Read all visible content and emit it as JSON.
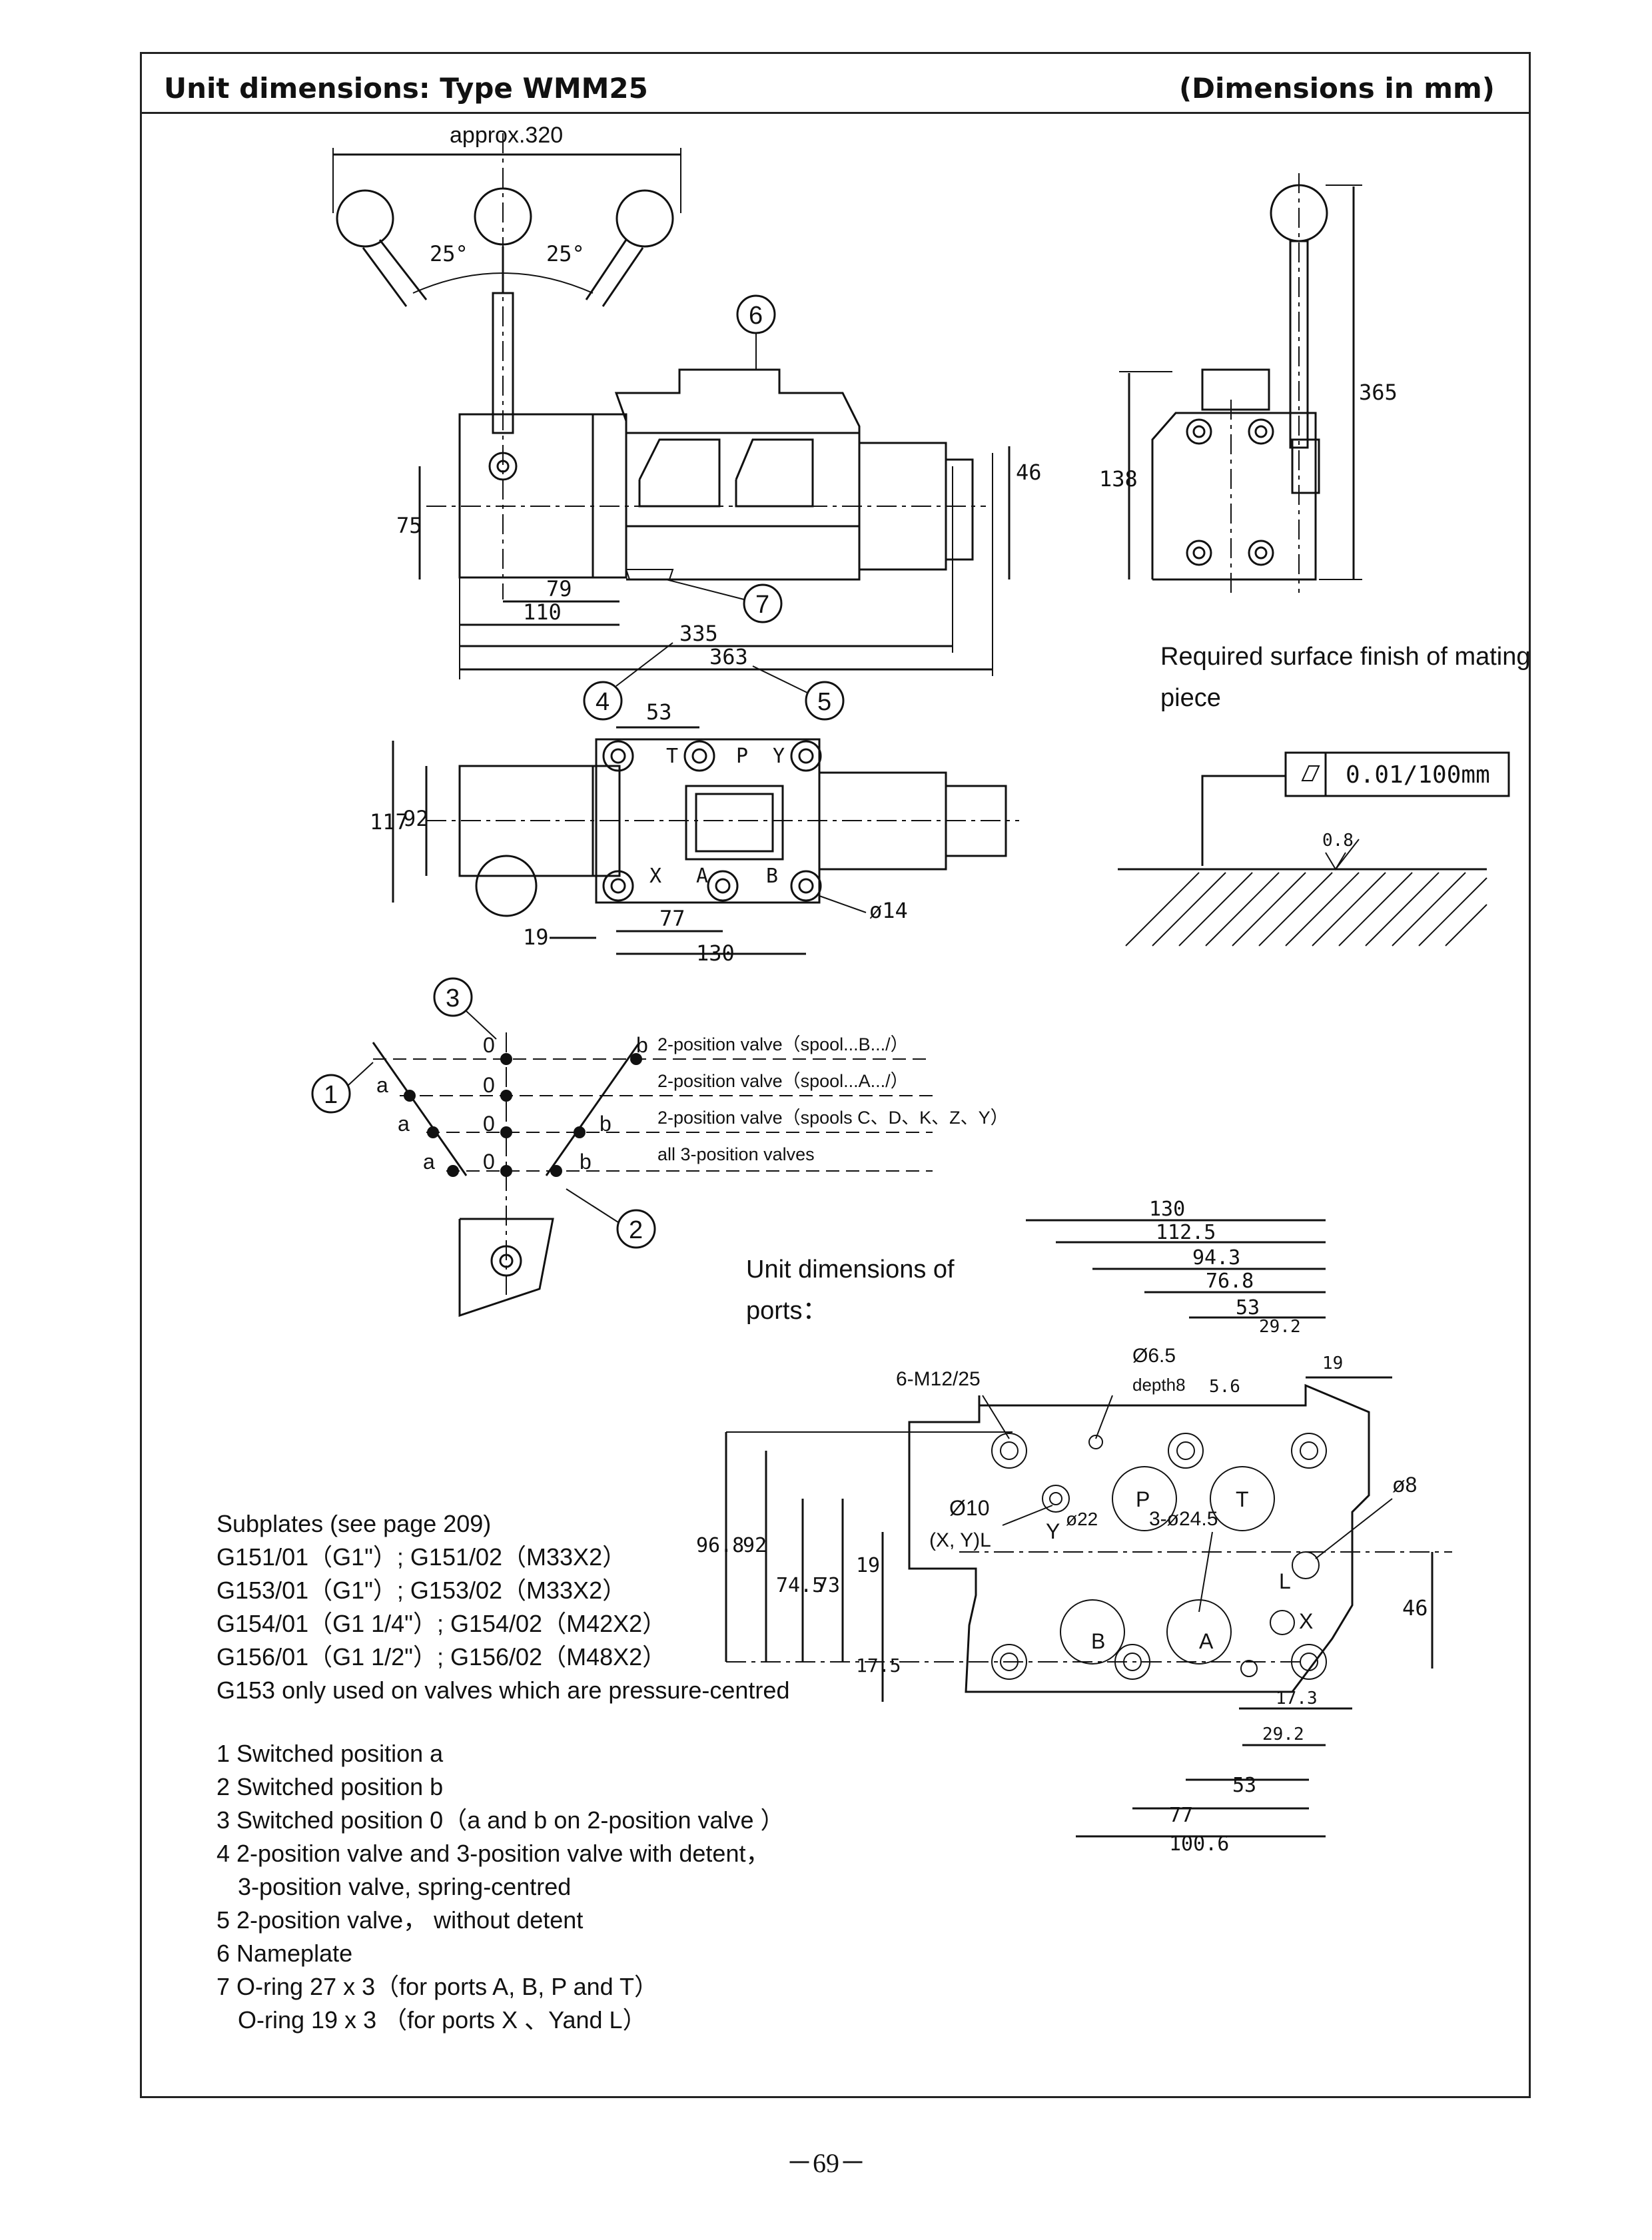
{
  "header": {
    "title": "Unit dimensions: Type WMM25",
    "units": "(Dimensions in mm)"
  },
  "side_view": {
    "lever_span": "approx.320",
    "angle_left": "25°",
    "angle_right": "25°",
    "dims": [
      "75",
      "79",
      "110",
      "335",
      "363",
      "46"
    ],
    "callouts": [
      "6",
      "7",
      "4",
      "5"
    ]
  },
  "end_view": {
    "dims": [
      "365",
      "138"
    ]
  },
  "top_view": {
    "dims": [
      "53",
      "117",
      "92",
      "19",
      "77",
      "130",
      "ø14"
    ],
    "port_letters": [
      "X",
      "A",
      "B",
      "T",
      "P",
      "Y"
    ]
  },
  "finish": {
    "label": "Required surface finish of mating piece",
    "flatness": "0.01/100mm",
    "roughness": "0.8"
  },
  "positions": {
    "callouts": [
      "3",
      "1",
      "2"
    ],
    "lines": [
      "2-position valve（spool...B.../）",
      "2-position valve（spool...A.../）",
      "2-position valve（spools C、D、K、Z、Y）",
      "all 3-position valves"
    ],
    "markers": {
      "a": "a",
      "zero": "0",
      "b": "b"
    }
  },
  "ports": {
    "label": "Unit dimensions of ports：",
    "dims_horizontal": [
      "130",
      "112.5",
      "94.3",
      "76.8",
      "53",
      "29.2",
      "19",
      "5.6",
      "17.3",
      "29.2",
      "53",
      "77",
      "100.6"
    ],
    "dims_vertical": [
      "96.8",
      "92",
      "74.5",
      "73",
      "19",
      "17.5",
      "46"
    ],
    "annotations": {
      "tapped": "6-M12/25",
      "small_hole": "Ø6.5",
      "depth": "depth8",
      "xyl": "Ø10",
      "xyl_note": "(X, Y)L",
      "main": "3-ø24.5",
      "p22": "ø22",
      "l8": "ø8"
    },
    "port_letters": [
      "P",
      "T",
      "A",
      "B",
      "X",
      "Y",
      "L"
    ]
  },
  "subplates": {
    "heading": "Subplates (see page 209)",
    "rows": [
      "G151/01（G1\"）; G151/02（M33X2）",
      "G153/01（G1\"）; G153/02（M33X2）",
      "G154/01（G1 1/4\"）; G154/02（M42X2）",
      "G156/01（G1 1/2\"）; G156/02（M48X2）"
    ],
    "note": "G153 only used on valves which are pressure-centred"
  },
  "notes": [
    "1 Switched position a",
    "2 Switched position b",
    "3 Switched position 0（a and b on 2-position valve ）",
    "4 2-position valve and 3-position valve with detent，",
    "3-position valve, spring-centred",
    "5 2-position valve， without  detent",
    "6 Nameplate",
    "7 O-ring 27 x 3（for ports A, B, P and T）",
    "O-ring 19 x 3  （for ports X 、Yand L）"
  ],
  "page_number": "－69－"
}
